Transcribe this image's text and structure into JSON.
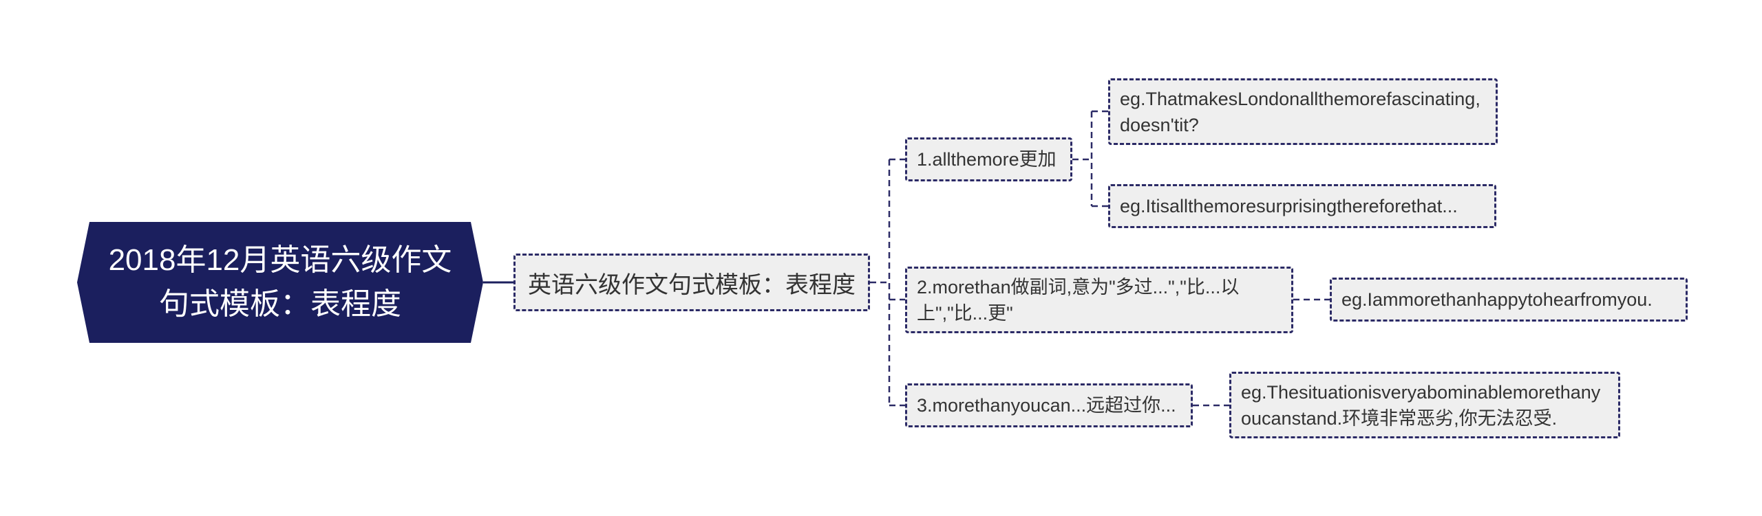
{
  "root": {
    "title": "2018年12月英语六级作文句式模板：表程度"
  },
  "level1": {
    "label": "英语六级作文句式模板：表程度"
  },
  "branches": [
    {
      "label": "1.allthemore更加",
      "examples": [
        "eg.ThatmakesLondonallthemorefascinating,doesn'tit?",
        "eg.Itisallthemoresurprisingthereforethat..."
      ]
    },
    {
      "label": "2.morethan做副词,意为\"多过...\",\"比...以上\",\"比...更\"",
      "examples": [
        "eg.Iammorethanhappytohearfromyou."
      ]
    },
    {
      "label": "3.morethanyoucan...远超过你...",
      "examples": [
        "eg.Thesituationisveryabominablemorethanyoucanstand.环境非常恶劣,你无法忍受."
      ]
    }
  ],
  "colors": {
    "root_fill": "#1b1f5e",
    "node_fill": "#efefef",
    "border": "#2b2a66",
    "text": "#333333",
    "root_text": "#ffffff"
  }
}
